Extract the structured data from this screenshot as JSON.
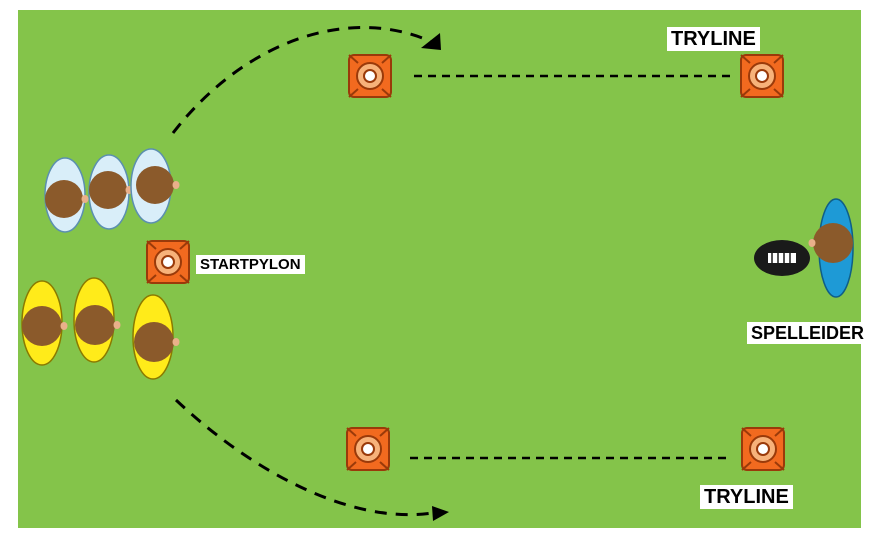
{
  "labels": {
    "tryline_top": "TRYLINE",
    "startpylon": "STARTPYLON",
    "spelleider": "SPELLEIDER",
    "tryline_bottom": "TRYLINE"
  },
  "colors": {
    "field": "#84c44a",
    "pylon": "#f26a1f",
    "pylon_ring": "#f7b27a",
    "team_light": "#d9eef9",
    "team_yellow": "#ffeb1a",
    "leader_blue": "#1e9ad6",
    "skin": "#8b5a2b",
    "ball": "#1a1a1a"
  },
  "icons": {
    "pylon": "cone-pylon-icon",
    "player": "player-topdown-icon",
    "ball": "rugby-ball-icon"
  }
}
